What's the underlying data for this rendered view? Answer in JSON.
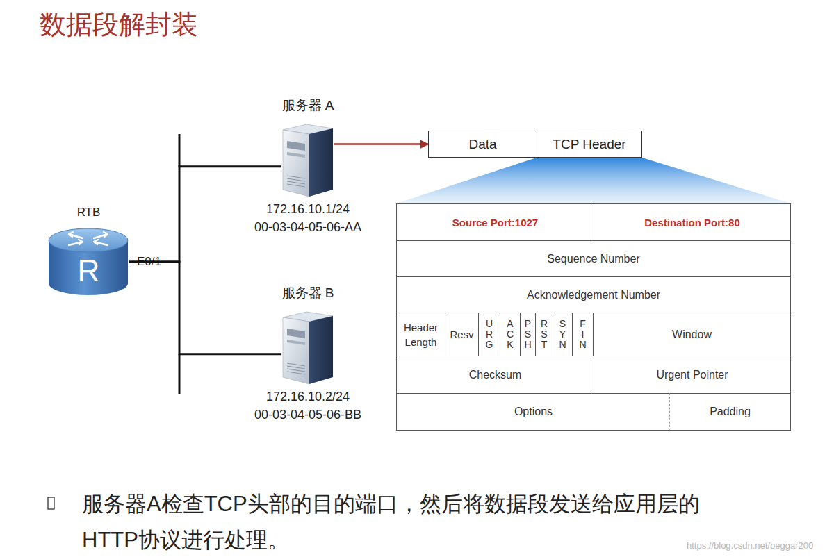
{
  "diagram": {
    "title": "数据段解封装",
    "caption": "服务器A检查TCP头部的目的端口，然后将数据段发送给应用层的 HTTP协议进行处理。",
    "nodes": [
      {
        "text": [
          "RTB",
          "R"
        ]
      },
      {
        "text": [
          "服务器 A",
          "172.16.10.1/24",
          "00-03-04-05-06-AA"
        ]
      },
      {
        "text": [
          "服务器 B",
          "172.16.10.2/24",
          "00-03-04-05-06-BB"
        ]
      },
      {
        "text": [
          "Data"
        ]
      },
      {
        "text": [
          "TCP Header"
        ]
      },
      {
        "text": [
          "Source Port:1027"
        ]
      },
      {
        "text": [
          "Destination Port:80"
        ]
      },
      {
        "text": [
          "Sequence Number"
        ]
      },
      {
        "text": [
          "Acknowledgement Number"
        ]
      },
      {
        "text": [
          "Header Length"
        ]
      },
      {
        "text": [
          "Resv"
        ]
      },
      {
        "text": [
          "U R G"
        ]
      },
      {
        "text": [
          "A C K"
        ]
      },
      {
        "text": [
          "P S H"
        ]
      },
      {
        "text": [
          "R S T"
        ]
      },
      {
        "text": [
          "S Y N"
        ]
      },
      {
        "text": [
          "F I N"
        ]
      },
      {
        "text": [
          "Window"
        ]
      },
      {
        "text": [
          "Checksum"
        ]
      },
      {
        "text": [
          "Urgent Pointer"
        ]
      },
      {
        "text": [
          "Options"
        ]
      },
      {
        "text": [
          "Padding"
        ]
      }
    ],
    "edges": [
      {
        "from": 0,
        "to": 1,
        "arrow": "none"
      },
      {
        "from": 0,
        "to": 2,
        "arrow": "none"
      },
      {
        "from": 1,
        "to": 3,
        "arrow": "to"
      }
    ],
    "labels": [
      "E0/1",
      "https://blog.csdn.net/beggar200"
    ]
  }
}
